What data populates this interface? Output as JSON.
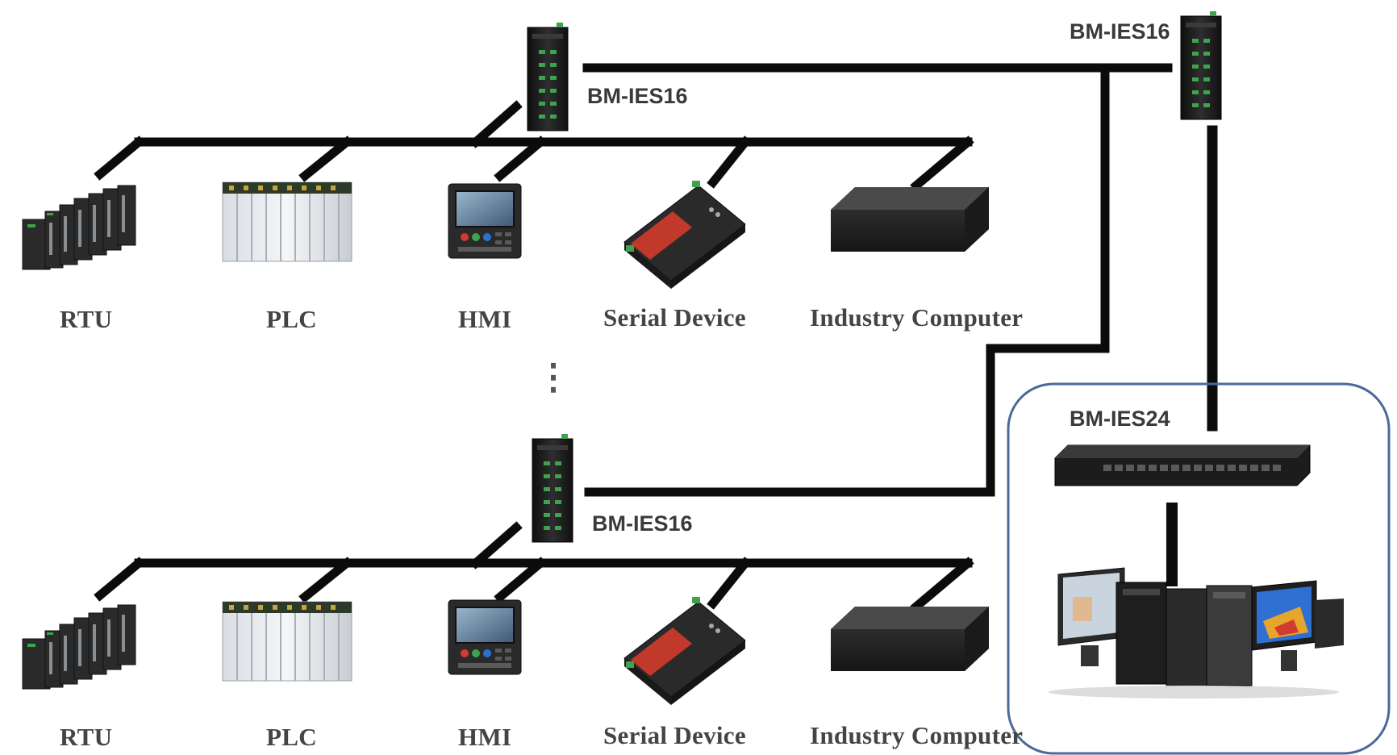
{
  "switches": {
    "top_left": "BM-IES16",
    "top_right": "BM-IES16",
    "bottom": "BM-IES16",
    "control": "BM-IES24"
  },
  "rows": [
    {
      "devices": [
        {
          "label": "RTU"
        },
        {
          "label": "PLC"
        },
        {
          "label": "HMI"
        },
        {
          "label": "Serial Device"
        },
        {
          "label": "Industry Computer"
        }
      ]
    },
    {
      "devices": [
        {
          "label": "RTU"
        },
        {
          "label": "PLC"
        },
        {
          "label": "HMI"
        },
        {
          "label": "Serial Device"
        },
        {
          "label": "Industry Computer"
        }
      ]
    }
  ],
  "ellipsis": "⋮",
  "colors": {
    "cable": "#0b0b0b",
    "switch_body": "#1f1f1f",
    "port_led": "#3fa34d",
    "control_box_border": "#4a6a9a",
    "serial_device_red": "#c0392b"
  }
}
